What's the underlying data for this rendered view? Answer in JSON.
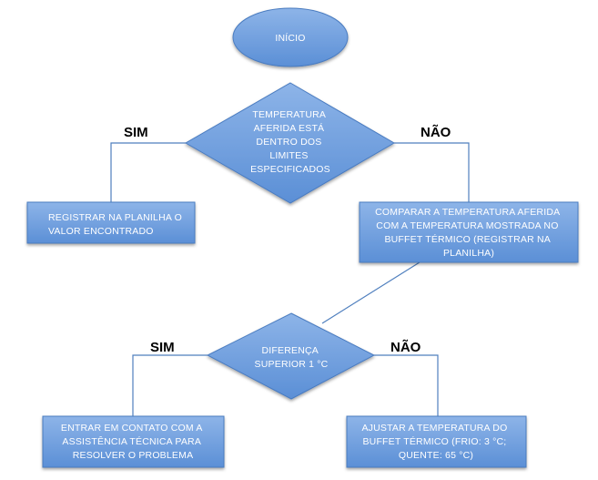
{
  "diagram": {
    "colors": {
      "node_fill_top": "#8db4e8",
      "node_fill_bottom": "#5b8fd6",
      "node_stroke": "#4a7bc0",
      "edge": "#4f7fbe",
      "text": "#ffffff",
      "label": "#000000"
    },
    "nodes": {
      "start": {
        "lines": [
          "INÍCIO"
        ]
      },
      "decision1": {
        "lines": [
          "TEMPERATURA",
          "AFERIDA ESTÁ",
          "DENTRO DOS",
          "LIMITES",
          "ESPECIFICADOS"
        ]
      },
      "register": {
        "lines": [
          "REGISTRAR NA PLANILHA O",
          "VALOR ENCONTRADO"
        ]
      },
      "compare": {
        "lines": [
          "COMPARAR A TEMPERATURA AFERIDA",
          "COM A TEMPERATURA MOSTRADA NO",
          "BUFFET TÉRMICO (REGISTRAR NA",
          "PLANILHA)"
        ]
      },
      "decision2": {
        "lines": [
          "DIFERENÇA",
          "SUPERIOR 1 °C"
        ]
      },
      "contact": {
        "lines": [
          "ENTRAR EM CONTATO COM A",
          "ASSISTÊNCIA TÉCNICA PARA",
          "RESOLVER O PROBLEMA"
        ]
      },
      "adjust": {
        "lines": [
          "AJUSTAR A TEMPERATURA DO",
          "BUFFET TÉRMICO (FRIO: 3 °C;",
          "QUENTE: 65 °C)"
        ]
      }
    },
    "branch_labels": {
      "d1_yes": "SIM",
      "d1_no": "NÃO",
      "d2_yes": "SIM",
      "d2_no": "NÃO"
    }
  }
}
